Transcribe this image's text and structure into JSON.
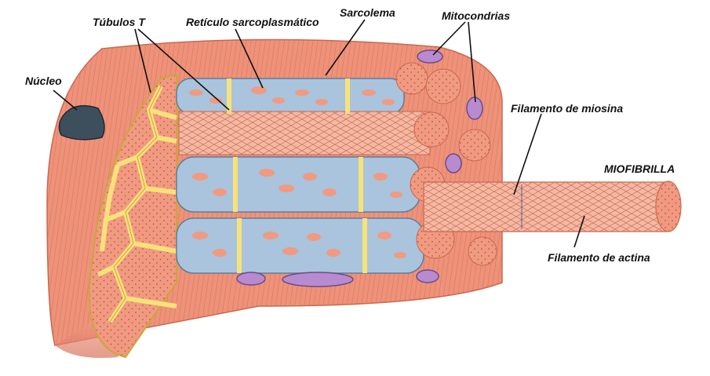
{
  "labels": {
    "nucleus": "Núcleo",
    "t_tubules": "Túbulos T",
    "sarcoplasmic_reticulum": "Retículo sarcoplasmático",
    "sarcolemma": "Sarcolema",
    "mitochondria": "Mitocondrias",
    "myosin_filament": "Filamento de miosina",
    "myofibril": "MIOFIBRILLA",
    "actin_filament": "Filamento de actina"
  },
  "colors": {
    "muscle": "#f19a82",
    "muscle_dark": "#d9705a",
    "muscle_dot": "#c0533f",
    "t_tubule": "#f7e27a",
    "t_tubule_edge": "#c9a838",
    "reticulum": "#a9c4dc",
    "reticulum_edge": "#5d7e9e",
    "mitochondria": "#b88bd0",
    "nucleus": "#3d4f5c",
    "leader": "#111111"
  }
}
